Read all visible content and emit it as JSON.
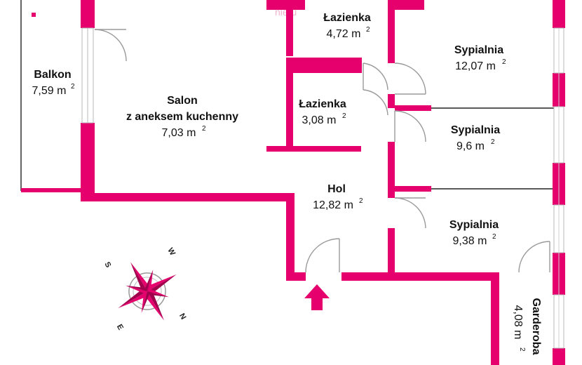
{
  "watermark": "nieru",
  "rooms": [
    {
      "name": "Balkon",
      "area": "7,59 m",
      "unit_exp": "2"
    },
    {
      "name": "Salon",
      "name2": "z aneksem kuchenny",
      "area": "7,03 m",
      "unit_exp": "2"
    },
    {
      "name": "Łazienka",
      "area": "4,72 m",
      "unit_exp": "2"
    },
    {
      "name": "Łazienka",
      "area": "3,08 m",
      "unit_exp": "2"
    },
    {
      "name": "Sypialnia",
      "area": "12,07 m",
      "unit_exp": "2"
    },
    {
      "name": "Sypialnia",
      "area": "9,6 m",
      "unit_exp": "2"
    },
    {
      "name": "Hol",
      "area": "12,82 m",
      "unit_exp": "2"
    },
    {
      "name": "Sypialnia",
      "area": "9,38 m",
      "unit_exp": "2"
    },
    {
      "name": "Garderoba",
      "area": "4,08 m",
      "unit_exp": "2"
    }
  ],
  "compass": {
    "labels": [
      "S",
      "W",
      "N",
      "E"
    ]
  },
  "colors": {
    "wall": "#e5006d",
    "entrance_arrow": "#e5006d"
  }
}
